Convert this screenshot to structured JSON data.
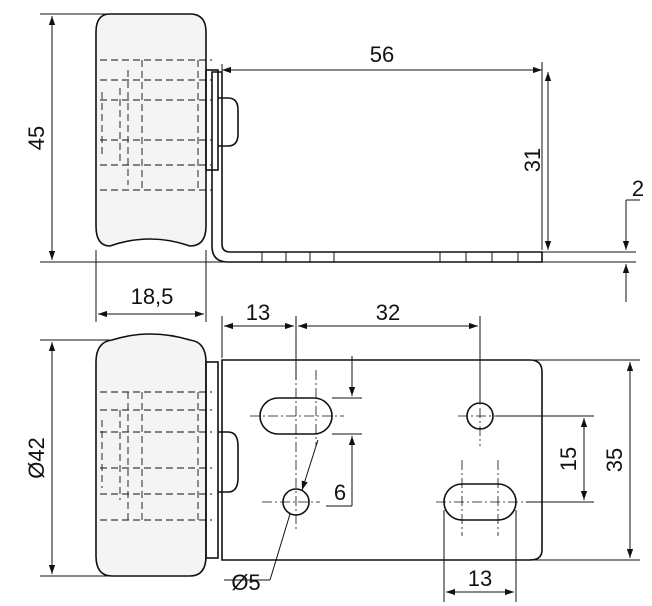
{
  "drawing": {
    "dimensions": {
      "d45": "45",
      "d56": "56",
      "d31": "31",
      "d2": "2",
      "d18_5": "18,5",
      "d13_top": "13",
      "d32": "32",
      "d42": "Ø42",
      "d15": "15",
      "d35": "35",
      "d6": "6",
      "d5": "Ø5",
      "d13_bottom": "13"
    },
    "colors": {
      "line": "#111111",
      "background": "#ffffff"
    }
  }
}
